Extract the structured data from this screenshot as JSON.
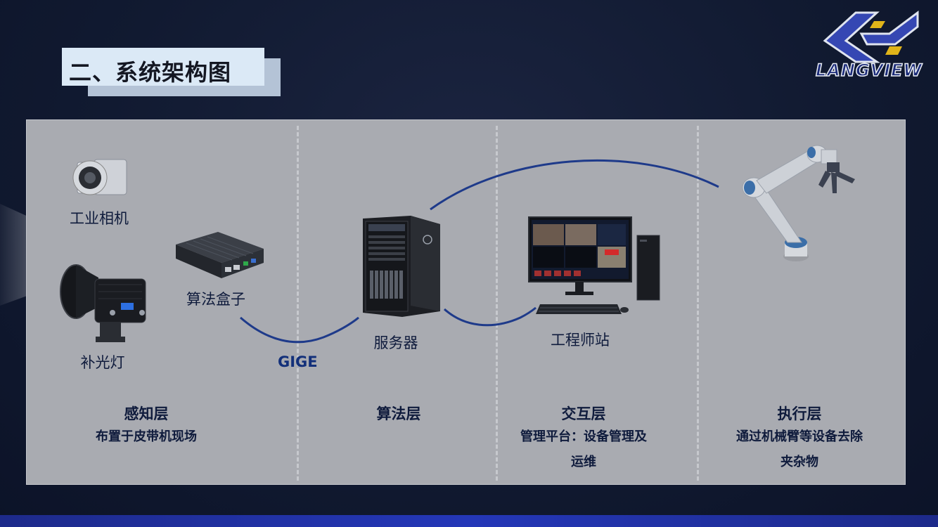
{
  "header": {
    "title": "二、系统架构图",
    "logo_text": "LANGVIEW"
  },
  "devices": {
    "camera_label": "工业相机",
    "algo_box_label": "算法盒子",
    "light_label": "补光灯",
    "server_label": "服务器",
    "workstation_label": "工程师站",
    "link_label": "GIGE"
  },
  "layers": [
    {
      "title": "感知层",
      "desc_lines": [
        "布置于皮带机现场"
      ]
    },
    {
      "title": "算法层",
      "desc_lines": []
    },
    {
      "title": "交互层",
      "desc_lines": [
        "管理平台：设备管理及",
        "运维"
      ]
    },
    {
      "title": "执行层",
      "desc_lines": [
        "通过机械臂等设备去除",
        "夹杂物"
      ]
    }
  ],
  "colors": {
    "panel": "#a9abb1",
    "wire": "#1e3a8a",
    "title_box": "#dbe9f6",
    "text": "#0f1b3c"
  }
}
